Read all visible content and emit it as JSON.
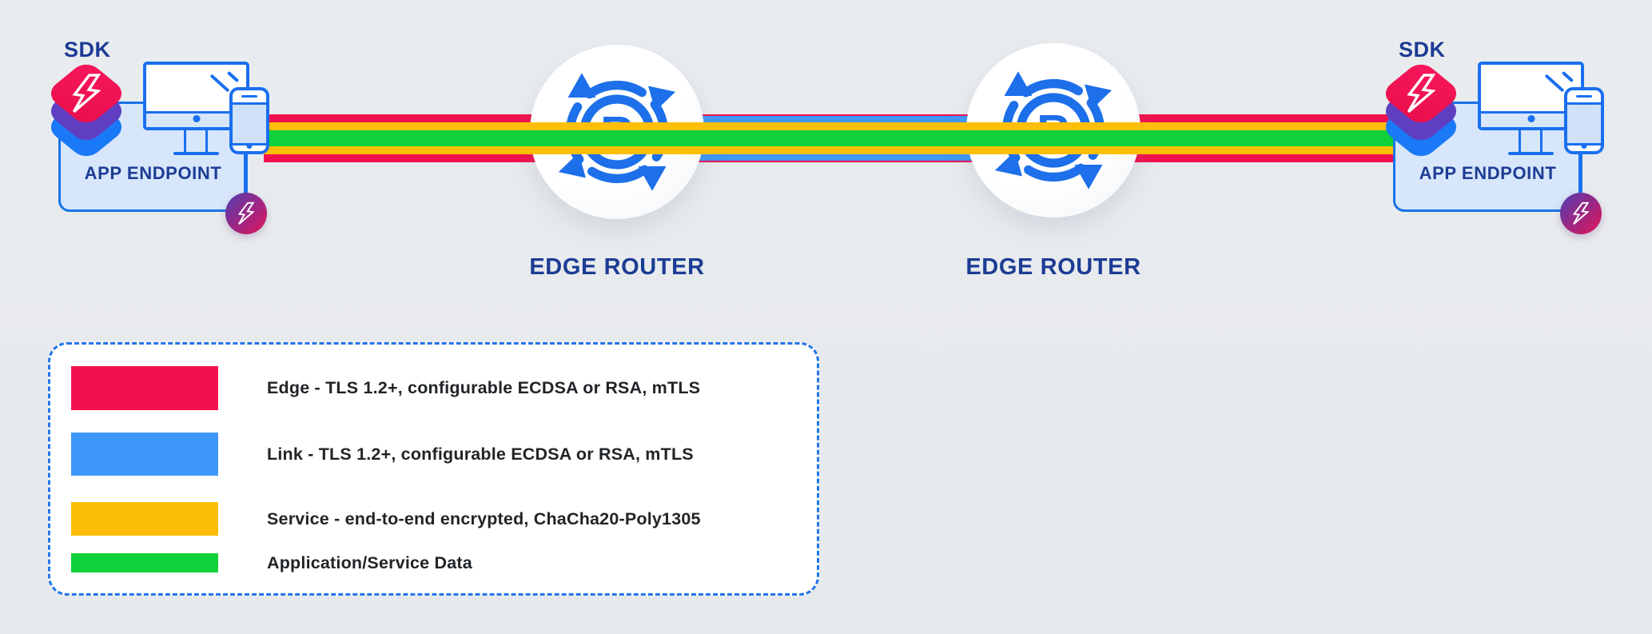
{
  "colors": {
    "edge_red": "#F2114E",
    "link_blue": "#3F97F9",
    "service_yellow": "#FCBE06",
    "data_green": "#0FD23A",
    "icon_blue": "#1D6FEA",
    "navy_text": "#1C3C94"
  },
  "endpoint_left": {
    "sdk_label": "SDK",
    "box_label": "APP ENDPOINT"
  },
  "endpoint_right": {
    "sdk_label": "SDK",
    "box_label": "APP ENDPOINT"
  },
  "router_left": {
    "label": "EDGE ROUTER",
    "icon_letter": "R"
  },
  "router_right": {
    "label": "EDGE ROUTER",
    "icon_letter": "R"
  },
  "legend": {
    "items": [
      {
        "color": "#F2114E",
        "label": "Edge - TLS 1.2+, configurable ECDSA or RSA, mTLS"
      },
      {
        "color": "#3F97F9",
        "label": "Link - TLS 1.2+, configurable ECDSA or RSA, mTLS"
      },
      {
        "color": "#FCBE06",
        "label": "Service - end-to-end encrypted, ChaCha20-Poly1305"
      },
      {
        "color": "#0FD23A",
        "label": "Application/Service Data"
      }
    ]
  }
}
